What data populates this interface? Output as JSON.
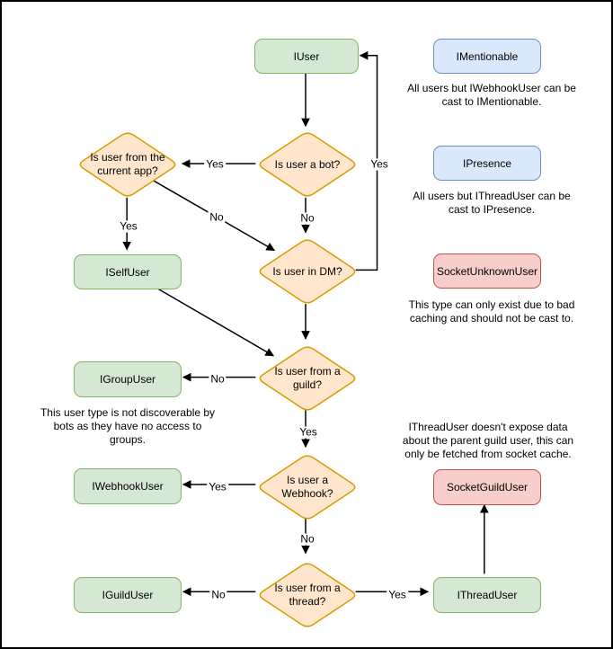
{
  "palette": {
    "green_fill": "#d5e8d4",
    "green_border": "#82b366",
    "orange_fill": "#ffe6cc",
    "orange_border": "#d79b00",
    "blue_fill": "#dae8fc",
    "blue_border": "#6c8ebf",
    "red_fill": "#f8cecc",
    "red_border": "#b85450",
    "arrow": "#000000",
    "background": "#ffffff",
    "frame_border": "#000000"
  },
  "nodes": {
    "iuser": "IUser",
    "imentionable": "IMentionable",
    "ipresence": "IPresence",
    "socket_unknown_user": "SocketUnknownUser",
    "iselfuser": "ISelfUser",
    "igroupuser": "IGroupUser",
    "iwebhookuser": "IWebhookUser",
    "iguilduser": "IGuildUser",
    "socket_guild_user": "SocketGuildUser",
    "ithreaduser": "IThreadUser"
  },
  "decisions": {
    "is_bot": "Is user a bot?",
    "current_app": "Is user from the\ncurrent app?",
    "in_dm": "Is user in DM?",
    "from_guild": "Is user from a\nguild?",
    "is_webhook": "Is user a\nWebhook?",
    "from_thread": "Is user from a\nthread?"
  },
  "edge_labels": {
    "bot_yes_to_app": "Yes",
    "bot_no_down": "No",
    "dm_yes_to_iuser": "Yes",
    "app_no_to_dm": "No",
    "app_yes_to_self": "Yes",
    "guild_no_to_group": "No",
    "guild_yes_down": "Yes",
    "webhook_yes_to_webhookuser": "Yes",
    "webhook_no_down": "No",
    "thread_no_to_guilduser": "No",
    "thread_yes_to_threaduser": "Yes"
  },
  "annotations": {
    "mentionable": "All users but IWebhookUser can be\ncast to IMentionable.",
    "presence": "All users but IThreadUser can be\ncast to IPresence.",
    "unknown_user": "This type can only exist due to bad\ncaching and should not be cast to.",
    "group_user": "This user type is not discoverable by\nbots as they have no access to\ngroups.",
    "thread_user": "IThreadUser doesn't expose data\nabout the parent guild user, this can\nonly be fetched from socket cache."
  }
}
